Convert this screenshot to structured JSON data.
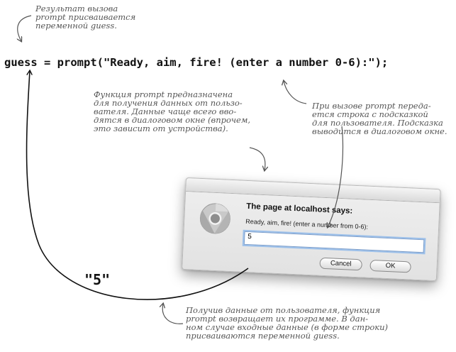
{
  "annotations": {
    "top": "Результат вызова\nprompt присваивается\nпеременной guess.",
    "middle": "Функция prompt предназначена\nдля получения данных от пользо-\nвателя. Данные чаще всего вво-\nдятся в диалоговом окне (впрочем,\nэто зависит от устройства).",
    "right": "При вызове prompt переда-\nется строка с подсказкой\nдля пользователя. Подсказка\nвыводится в диалоговом окне.",
    "bottom": "Получив данные от пользователя, функция\nprompt возвращает их программе. В дан-\nном случае входные данные (в форме строки)\nприсваиваются переменной guess."
  },
  "code": "guess = prompt(\"Ready, aim, fire! (enter a number 0-6):\");",
  "returned_value": "\"5\"",
  "dialog": {
    "title": "The page at localhost says:",
    "message": "Ready, aim, fire! (enter a number from 0-6):",
    "input_value": "5",
    "cancel_label": "Cancel",
    "ok_label": "OK"
  },
  "icons": [
    "chrome-browser-icon",
    "arrow-icon"
  ]
}
